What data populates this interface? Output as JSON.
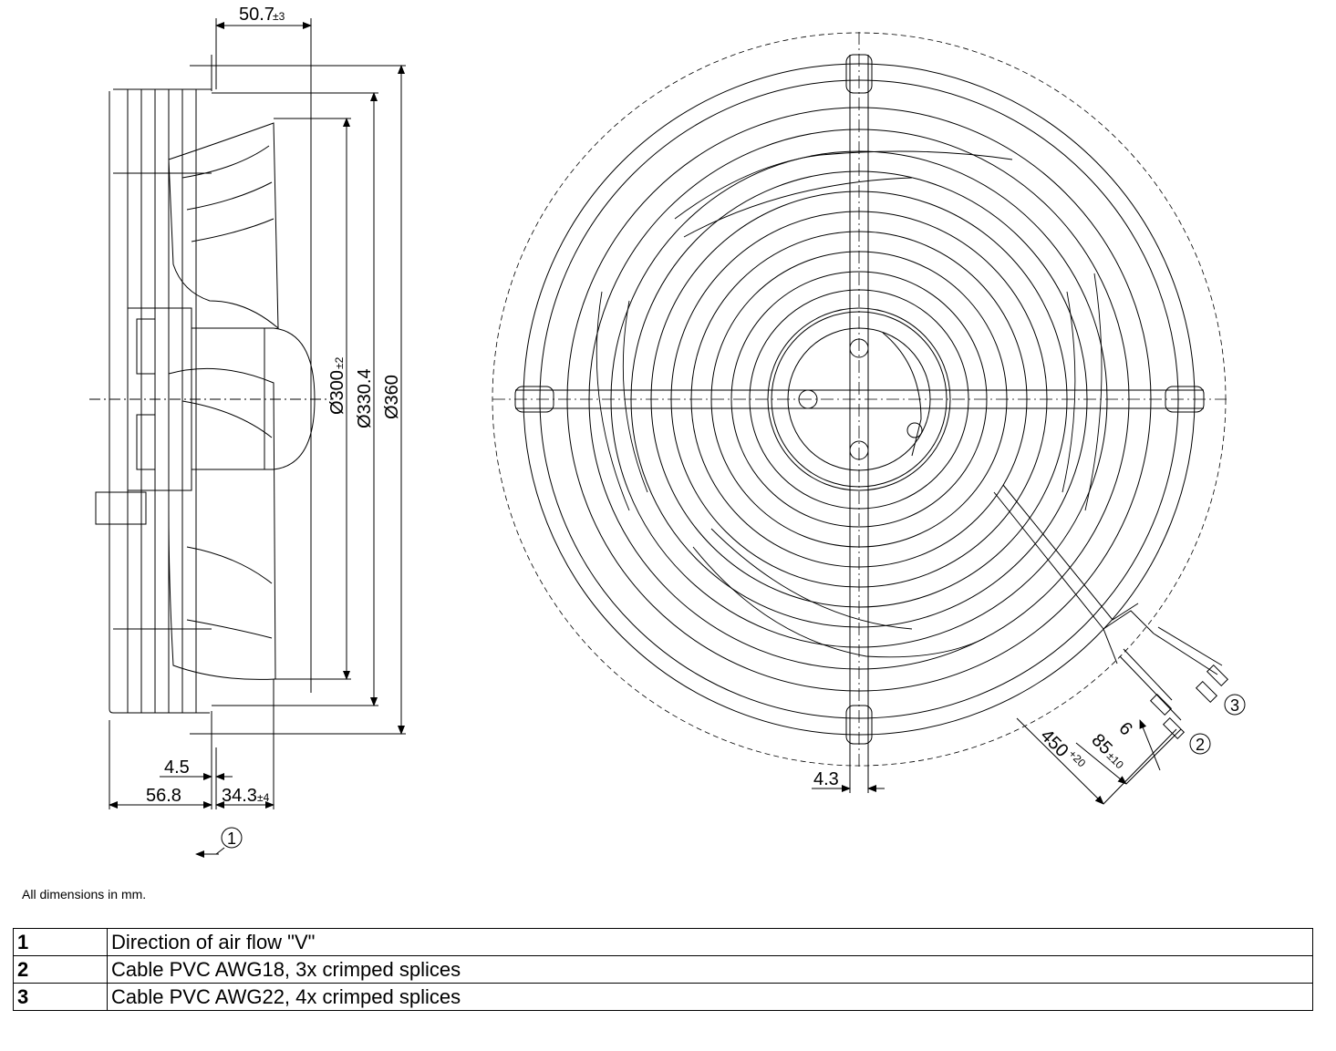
{
  "dimensions": {
    "d_50_7": "50.7",
    "d_50_7_tol": "±3",
    "d_300": "Ø300",
    "d_300_tol": "±2",
    "d_330_4": "Ø330.4",
    "d_360": "Ø360",
    "d_4_5": "4.5",
    "d_56_8": "56.8",
    "d_34_3": "34.3",
    "d_34_3_tol": "±4",
    "d_4_3": "4.3",
    "d_6": "6",
    "d_85": "85",
    "d_85_tol": "±10",
    "d_450": "450",
    "d_450_tol": "+20"
  },
  "callouts": [
    "1",
    "2",
    "3"
  ],
  "note": "All dimensions in mm.",
  "legend": [
    {
      "num": "1",
      "text": "Direction of air flow \"V\""
    },
    {
      "num": "2",
      "text": "Cable PVC AWG18, 3x crimped splices"
    },
    {
      "num": "3",
      "text": "Cable PVC AWG22, 4x crimped splices"
    }
  ]
}
